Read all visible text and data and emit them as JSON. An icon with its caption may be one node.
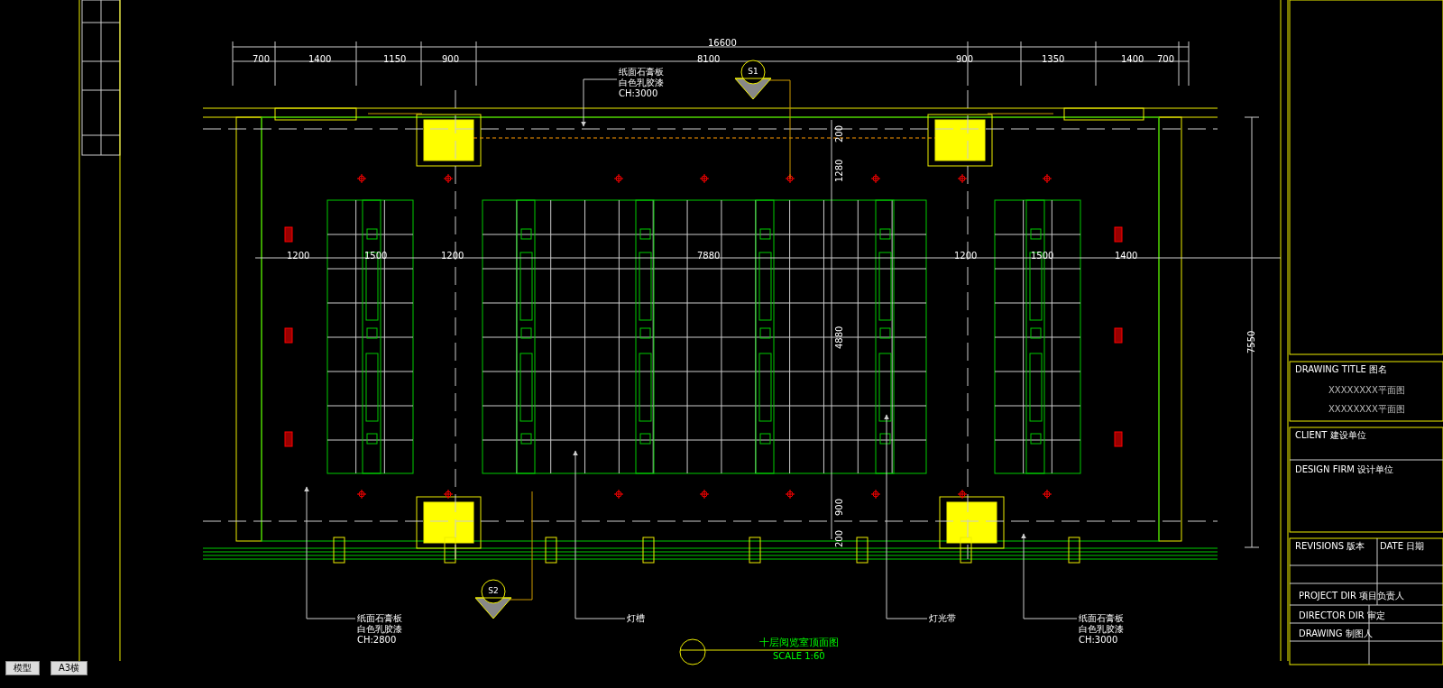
{
  "diagram": {
    "title": "十层阅览室顶面图",
    "caption": "SCALE 1:60",
    "nodes": [
      {
        "text": [
          "纸面石膏板",
          "白色乳胶漆",
          "CH:3000"
        ]
      },
      {
        "text": [
          "S1"
        ]
      },
      {
        "text": [
          "S2"
        ]
      },
      {
        "text": [
          "纸面石膏板",
          "白色乳胶漆",
          "CH:2800"
        ]
      },
      {
        "text": [
          "灯槽"
        ]
      },
      {
        "text": [
          "灯光带"
        ]
      },
      {
        "text": [
          "纸面石膏板",
          "白色乳胶漆",
          "CH:3000"
        ]
      }
    ],
    "edges": [
      {
        "from": 0,
        "to": null,
        "arrow": "to"
      },
      {
        "from": 3,
        "to": null,
        "arrow": "to"
      },
      {
        "from": 4,
        "to": null,
        "arrow": "to"
      },
      {
        "from": 5,
        "to": null,
        "arrow": "to"
      },
      {
        "from": 6,
        "to": null,
        "arrow": "to"
      }
    ],
    "labels": [
      "16600",
      "700",
      "1400",
      "1150",
      "900",
      "8100",
      "900",
      "1350",
      "1400",
      "700",
      "1200",
      "1500",
      "1200",
      "7880",
      "1200",
      "1500",
      "1400",
      "200",
      "1280",
      "4880",
      "900",
      "200",
      "7550",
      "DRAWING TITLE 图名",
      "XXXXXXXX平面图",
      "XXXXXXXX平面图",
      "CLIENT 建设单位",
      "DESIGN FIRM 设计单位",
      "REVISIONS 版本",
      "DATE 日期",
      "PROJECT DIR 项目负责人",
      "DIRECTOR DIR 审定",
      "DRAWING 制图人",
      "模型",
      "A3横"
    ]
  }
}
